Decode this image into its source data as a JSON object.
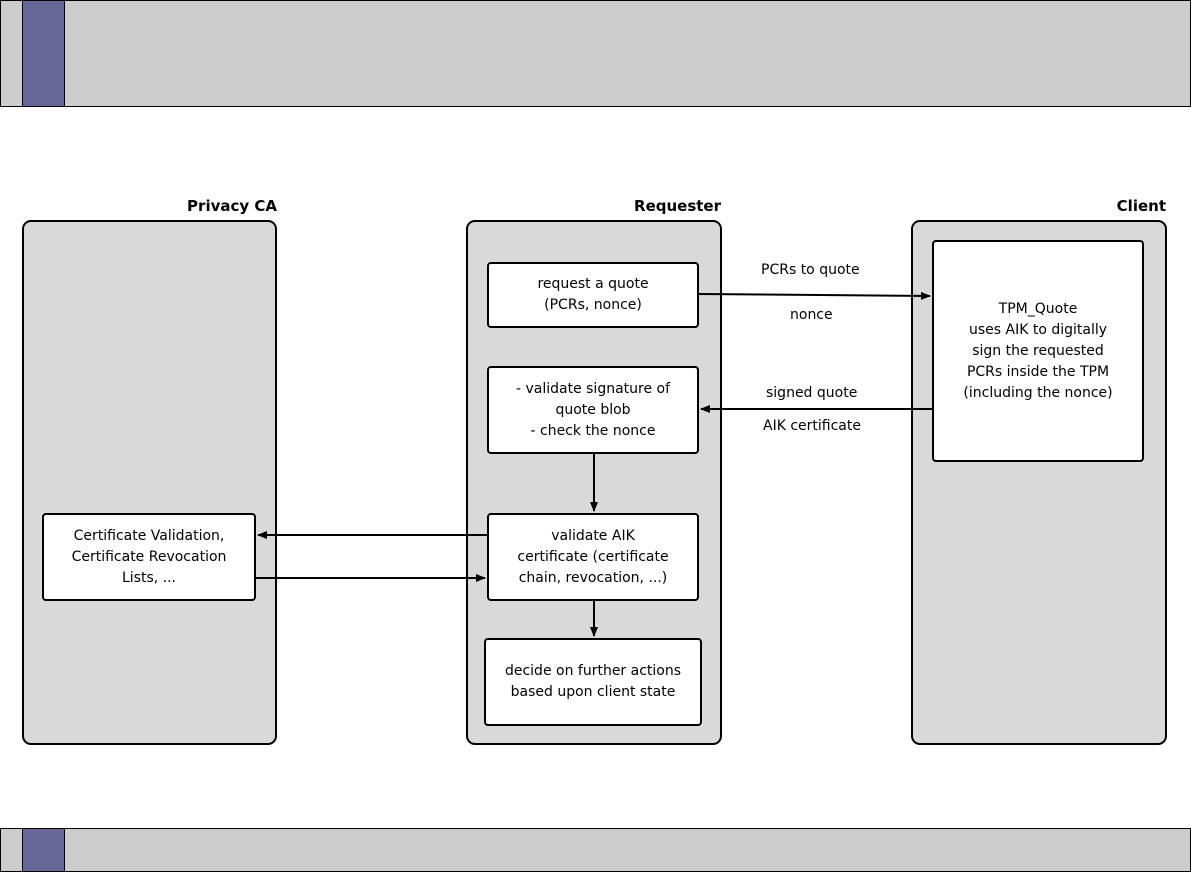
{
  "lanes": {
    "privacy_ca": {
      "title": "Privacy CA"
    },
    "requester": {
      "title": "Requester"
    },
    "client": {
      "title": "Client"
    }
  },
  "boxes": {
    "request_quote": "request a quote\n(PCRs, nonce)",
    "validate_signature": "- validate signature of\nquote blob\n- check the nonce",
    "validate_aik": "validate AIK\ncertificate (certificate\nchain, revocation, ...)",
    "decide_actions": "decide on further actions\nbased upon client state",
    "tpm_quote": "TPM_Quote\nuses AIK to digitally\nsign the requested\nPCRs inside the TPM\n(including the nonce)",
    "cert_validation": "Certificate Validation,\nCertificate Revocation\nLists, ..."
  },
  "edge_labels": {
    "pcrs_to_quote": "PCRs to quote",
    "nonce": "nonce",
    "signed_quote": "signed quote",
    "aik_certificate": "AIK certificate"
  },
  "colors": {
    "bar_fill": "#cccccc",
    "bar_accent": "#666699",
    "lane_fill": "#d9d9d9",
    "box_fill": "#ffffff"
  }
}
